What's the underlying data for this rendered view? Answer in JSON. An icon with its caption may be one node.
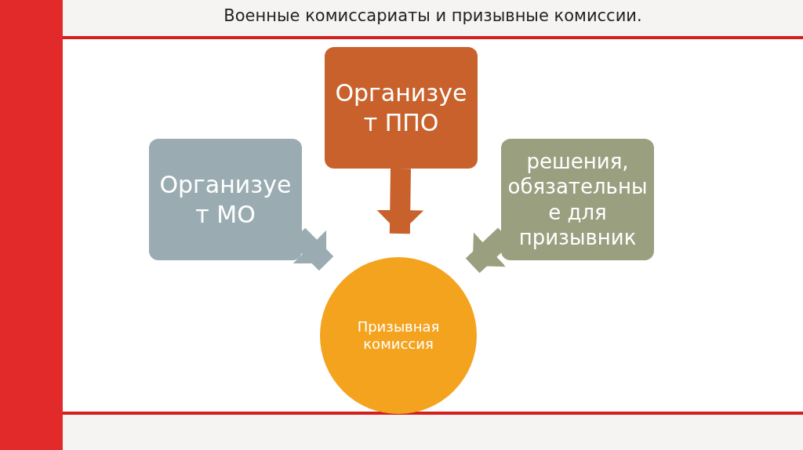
{
  "diagram": {
    "title": "Военные комиссариаты и призывные комиссии.",
    "nodes": [
      {
        "text": [
          "Организует ППО"
        ]
      },
      {
        "text": [
          "Организует МО"
        ]
      },
      {
        "text": [
          "решения, обязательные для призывник"
        ]
      },
      {
        "text": [
          "Призывная комиссия"
        ]
      }
    ],
    "edges": [
      {
        "from": 1,
        "to": 3,
        "arrow": "to",
        "color": "#9aacb2"
      },
      {
        "from": 0,
        "to": 3,
        "arrow": "to",
        "color": "#c8612c"
      },
      {
        "from": 2,
        "to": 3,
        "arrow": "to",
        "color": "#9aa07f"
      }
    ]
  }
}
